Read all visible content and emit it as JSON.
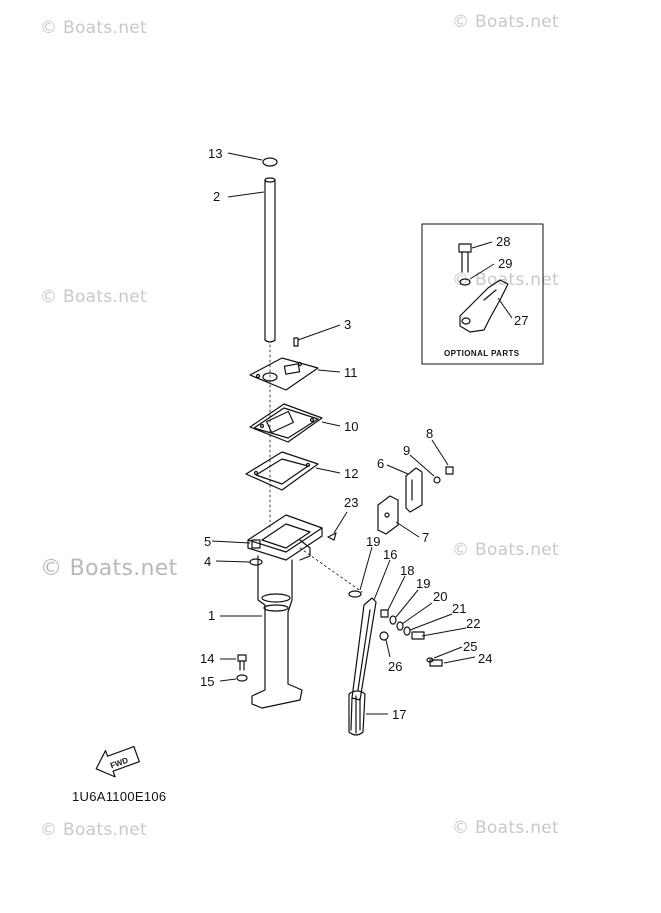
{
  "watermark": {
    "text": "© Boats.net"
  },
  "diagram_code": "1U6A1100E106",
  "optional_box": {
    "title": "OPTIONAL PARTS"
  },
  "fwd_label": "FWD",
  "callouts": {
    "c1": "1",
    "c2": "2",
    "c3": "3",
    "c4": "4",
    "c5": "5",
    "c6": "6",
    "c7": "7",
    "c8": "8",
    "c9": "9",
    "c10": "10",
    "c11": "11",
    "c12": "12",
    "c13": "13",
    "c14": "14",
    "c15": "15",
    "c16": "16",
    "c17": "17",
    "c18": "18",
    "c19a": "19",
    "c19b": "19",
    "c20": "20",
    "c21": "21",
    "c22": "22",
    "c23": "23",
    "c24": "24",
    "c25": "25",
    "c26": "26",
    "c27": "27",
    "c28": "28",
    "c29": "29"
  }
}
